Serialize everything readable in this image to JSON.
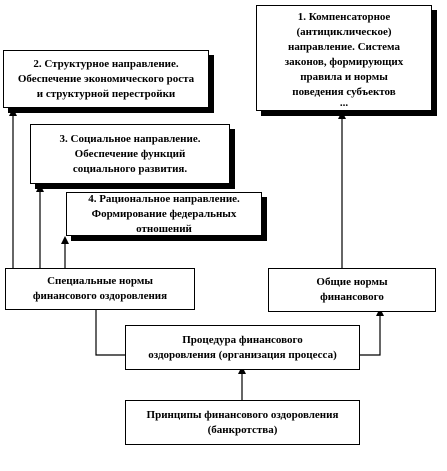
{
  "boxes": {
    "b1": {
      "lines": [
        "1. Компенсаторное",
        "(антициклическое)",
        "направление. Система",
        "законов, формирующих",
        "правила и нормы",
        "поведения субъектов",
        "..."
      ]
    },
    "b2": {
      "lines": [
        "2. Структурное направление.",
        "Обеспечение  экономического роста",
        "и структурной перестройки"
      ]
    },
    "b3": {
      "lines": [
        "3. Социальное направление.",
        "Обеспечение функций",
        "социального развития."
      ]
    },
    "b4": {
      "lines": [
        "4. Рациональное направление.",
        "Формирование федеральных",
        "отношений"
      ]
    },
    "special": {
      "lines": [
        "Специальные нормы",
        "финансового оздоровления"
      ]
    },
    "general": {
      "lines": [
        "Общие нормы",
        "финансового"
      ]
    },
    "procedure": {
      "lines": [
        "Процедура финансового",
        "оздоровления (организация процесса)"
      ]
    },
    "principles": {
      "lines": [
        "Принципы финансового оздоровления",
        "(банкротства)"
      ]
    }
  },
  "colors": {
    "line": "#000000",
    "box_fill": "#ffffff",
    "background": "#ffffff"
  }
}
